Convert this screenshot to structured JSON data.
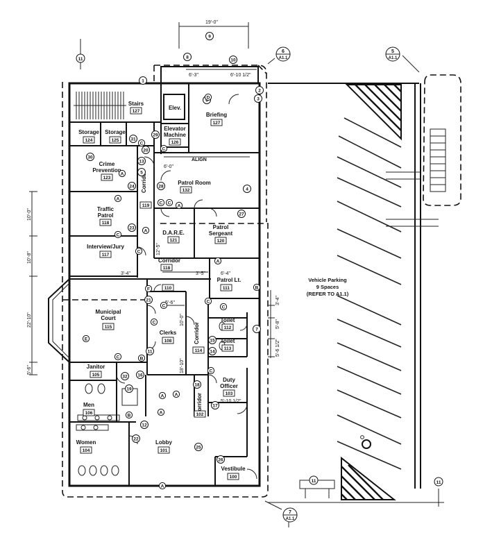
{
  "rooms": {
    "stairs": {
      "name": "Stairs",
      "number": "127"
    },
    "elevator": {
      "name": "Elev."
    },
    "elev_machine": {
      "name1": "Elevator",
      "name2": "Machine",
      "number": "126"
    },
    "briefing": {
      "name": "Briefing",
      "number": "127"
    },
    "storage_124": {
      "name": "Storage",
      "number": "124"
    },
    "storage_125": {
      "name": "Storage",
      "number": "125"
    },
    "crime_prevention": {
      "name1": "Crime",
      "name2": "Prevention",
      "number": "123"
    },
    "patrol_room": {
      "name": "Patrol Room",
      "number": "132"
    },
    "corridor_119": {
      "name": "Corridor",
      "number": "119"
    },
    "traffic_patrol": {
      "name1": "Traffic",
      "name2": "Patrol",
      "number": "118"
    },
    "dare": {
      "name": "D.A.R.E.",
      "number": "121"
    },
    "patrol_sergeant": {
      "name1": "Patrol",
      "name2": "Sergeant",
      "number": "120"
    },
    "interview_jury": {
      "name": "Interview/Jury",
      "number": "117"
    },
    "corridor_118": {
      "name": "Corridor",
      "number": "118"
    },
    "patrol_lt": {
      "name": "Patrol Lt.",
      "number": "111"
    },
    "room_110": {
      "number": "110"
    },
    "municipal_court": {
      "name1": "Municipal",
      "name2": "Court",
      "number": "115"
    },
    "clerks": {
      "name": "Clerks",
      "number": "108"
    },
    "corridor_114": {
      "name": "Corridor",
      "number": "114"
    },
    "toilet_112": {
      "name": "Toilet",
      "number": "112"
    },
    "toilet_113": {
      "name": "Toilet",
      "number": "113"
    },
    "duty_officer": {
      "name1": "Duty",
      "name2": "Officer",
      "number": "103"
    },
    "janitor": {
      "name": "Janitor",
      "number": "105"
    },
    "men": {
      "name": "Men",
      "number": "106"
    },
    "women": {
      "name": "Women",
      "number": "104"
    },
    "corridor_102": {
      "name": "Corridor",
      "number": "102"
    },
    "lobby": {
      "name": "Lobby",
      "number": "101"
    },
    "vestibule": {
      "name": "Vestibule",
      "number": "100"
    }
  },
  "parking": {
    "line1": "Vehicle Parking",
    "line2": "9 Spaces",
    "line3": "(REFER TO A1.1)"
  },
  "section_tags": [
    {
      "num": "6",
      "sheet": "A1.1"
    },
    {
      "num": "5",
      "sheet": "A1.1"
    },
    {
      "num": "7",
      "sheet": "A1.1"
    }
  ],
  "grid_labels": {
    "top": "11",
    "bottom": "11",
    "right": "11"
  },
  "dimensions": {
    "top_width": "19'-0\"",
    "top_a": "6'-3\"",
    "top_b": "6'-10 1/2\"",
    "align": "ALIGN",
    "patrol_w": "6'-0\"",
    "left_1": "10'-0\"",
    "left_2": "10'-8\"",
    "left_3": "22'-10\"",
    "left_4": "5'-6\"",
    "corr_1": "3'-4\"",
    "corr_2": "3'-5\"",
    "corr_3": "5'-6\"",
    "corr_4": "10'-0\"",
    "corr_5": "18'-10\"",
    "corr_6": "12'-5\"",
    "lt_dim": "6'-4\"",
    "toilet_1": "5'-8\"",
    "toilet_2": "5'-6 1/2\"",
    "toilet_3": "3'-4\"",
    "duty_dim": "5'-10 1/2\""
  },
  "keynotes": [
    "1",
    "2",
    "3",
    "4",
    "5",
    "6",
    "7",
    "8",
    "9",
    "10",
    "11",
    "12",
    "13",
    "14",
    "15",
    "16",
    "17",
    "18",
    "19",
    "20",
    "21",
    "22",
    "23",
    "24",
    "25",
    "26",
    "27",
    "28",
    "29",
    "30",
    "31",
    "32"
  ],
  "door_marks": [
    "A",
    "B",
    "C",
    "D",
    "E",
    "F"
  ]
}
